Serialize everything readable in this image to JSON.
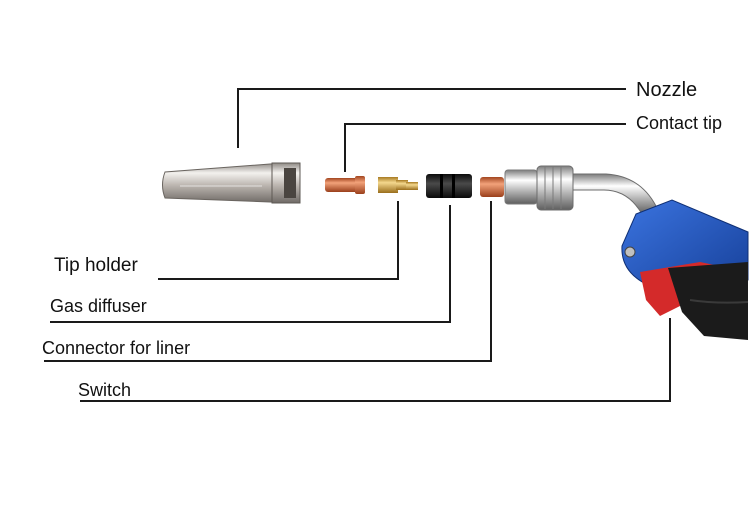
{
  "labels": {
    "nozzle": "Nozzle",
    "contact_tip": "Contact tip",
    "tip_holder": "Tip holder",
    "gas_diffuser": "Gas diffuser",
    "connector_for_liner": "Connector for liner",
    "switch": "Switch"
  },
  "colors": {
    "background": "#ffffff",
    "leader_line": "#1a1a1a",
    "nozzle_steel": "#c9c4bf",
    "copper": "#d9784a",
    "brass": "#d8a84a",
    "insulator": "#1c1c1c",
    "handle_blue": "#1f4fb8",
    "handle_black": "#1b1b1b",
    "trigger_red": "#d42a2a"
  },
  "icons": [
    "welding-torch-parts"
  ]
}
